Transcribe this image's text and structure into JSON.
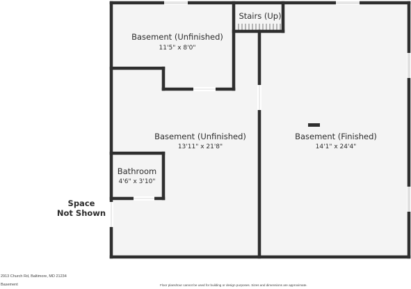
{
  "rooms": {
    "stairs": {
      "name": "Stairs (Up)"
    },
    "basement_unfinished_top": {
      "name": "Basement (Unfinished)",
      "dimensions": "11'5\" x 8'0\""
    },
    "basement_unfinished_main": {
      "name": "Basement (Unfinished)",
      "dimensions": "13'11\" x 21'8\""
    },
    "basement_finished": {
      "name": "Basement (Finished)",
      "dimensions": "14'1\" x 24'4\""
    },
    "bathroom": {
      "name": "Bathroom",
      "dimensions": "4'6\" x 3'10\""
    }
  },
  "space_note": {
    "line1": "Space",
    "line2": "Not Shown"
  },
  "footer": {
    "address": "2913 Church Rd, Baltimore, MD 21234",
    "floor": "Basement",
    "disclaimer": "Floor plans/tour cannot be used for building or design purposes. Sizes and dimensions are approximate."
  },
  "colors": {
    "wall": "#2e2e2e",
    "floor": "#f4f4f4",
    "window": "#ffffff"
  }
}
